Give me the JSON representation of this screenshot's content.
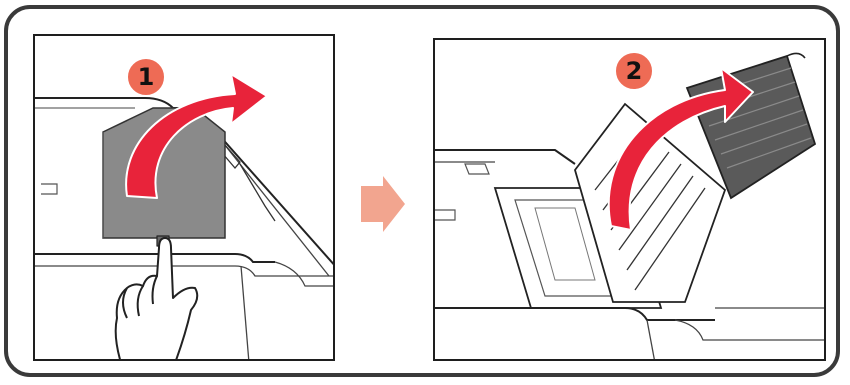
{
  "steps": [
    {
      "number": "1",
      "action": "open-cover"
    },
    {
      "number": "2",
      "action": "lift-unit"
    }
  ],
  "colors": {
    "frame": "#3a3a3a",
    "accent_arrow": "#e8233a",
    "step_badge": "#ee6b55",
    "next_arrow": "#f2a58f",
    "cover_gray": "#8a8a8a"
  },
  "icons": {
    "step_arrow": "curved-arrow-icon",
    "next_step": "next-step-arrow-icon",
    "hand": "pointing-hand-icon"
  }
}
